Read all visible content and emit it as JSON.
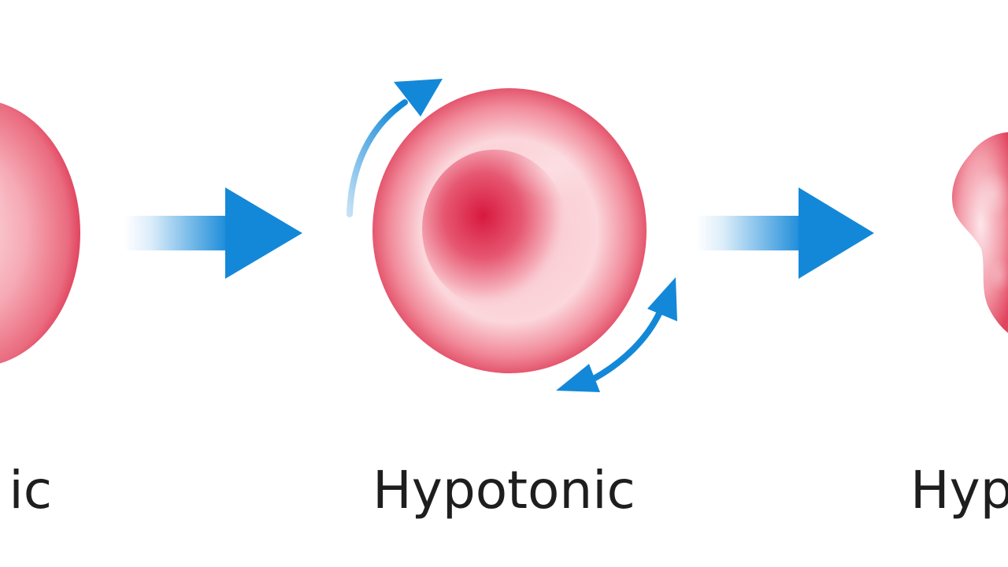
{
  "diagram": {
    "stages": [
      {
        "id": "left",
        "label": "ic"
      },
      {
        "id": "center",
        "label": "Hypotonic"
      },
      {
        "id": "right",
        "label": "Hyp"
      }
    ]
  },
  "colors": {
    "cell_edge": "#e0455f",
    "cell_core": "#d8193e",
    "cell_light": "#fbd3d8",
    "arrow_blue": "#1488d8",
    "arrow_fade": "#dff0fb",
    "text": "#1e1e1e"
  },
  "icons": {
    "flow_arrow": "arrow-right-icon",
    "rotation_arrow": "curved-arrow-icon"
  }
}
